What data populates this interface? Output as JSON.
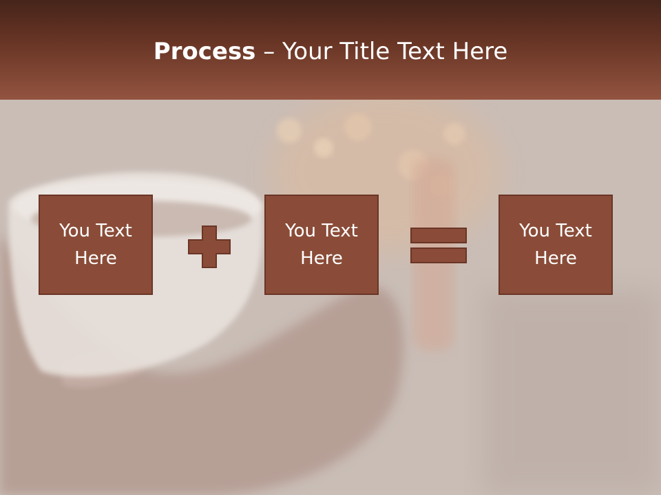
{
  "header": {
    "title_bold": "Process",
    "title_rest": " – Your Title Text Here"
  },
  "diagram": {
    "boxes": [
      {
        "label": "You Text Here"
      },
      {
        "label": "You Text Here"
      },
      {
        "label": "You Text Here"
      }
    ],
    "operators": [
      "plus-icon",
      "equals-icon"
    ]
  },
  "colors": {
    "header_dark": "#46241a",
    "header_light": "#935440",
    "box_fill": "#8a4c38",
    "box_border": "#6a3526",
    "background": "#c9bdb6"
  }
}
